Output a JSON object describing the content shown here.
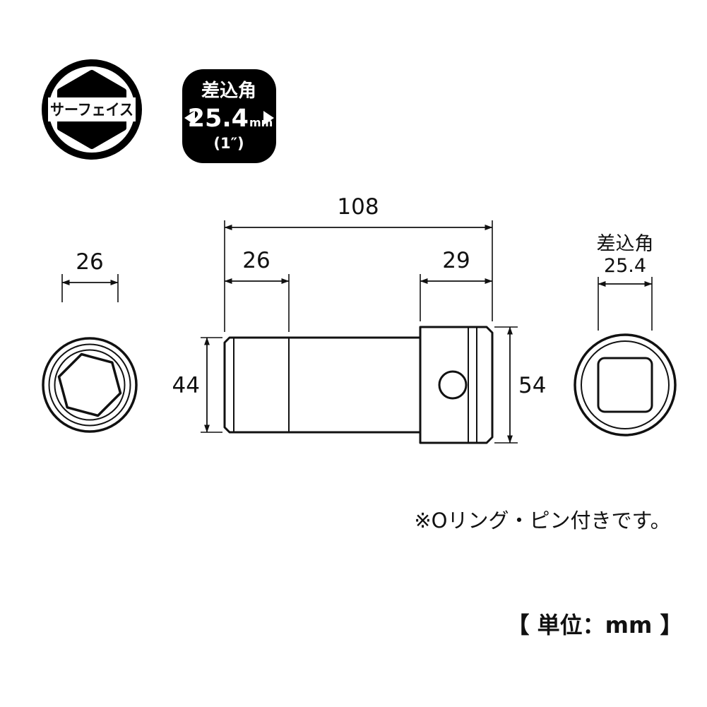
{
  "colors": {
    "ink": "#111111",
    "badge_bg": "#000000",
    "paper": "#ffffff"
  },
  "surface_badge": {
    "label": "サーフェイス"
  },
  "drive_badge": {
    "title": "差込角",
    "value": "25.4",
    "unit": "mm",
    "inch": "(1″)"
  },
  "front_view": {
    "width_across_flats": "26"
  },
  "side_view": {
    "total_length": "108",
    "bore_depth": "26",
    "drive_section_length": "29",
    "body_diameter": "44",
    "drive_diameter": "54"
  },
  "rear_view": {
    "drive_label": "差込角",
    "drive_size": "25.4"
  },
  "note": "※Oリング・ピン付きです。",
  "unit_note": "【 単位：mm 】"
}
